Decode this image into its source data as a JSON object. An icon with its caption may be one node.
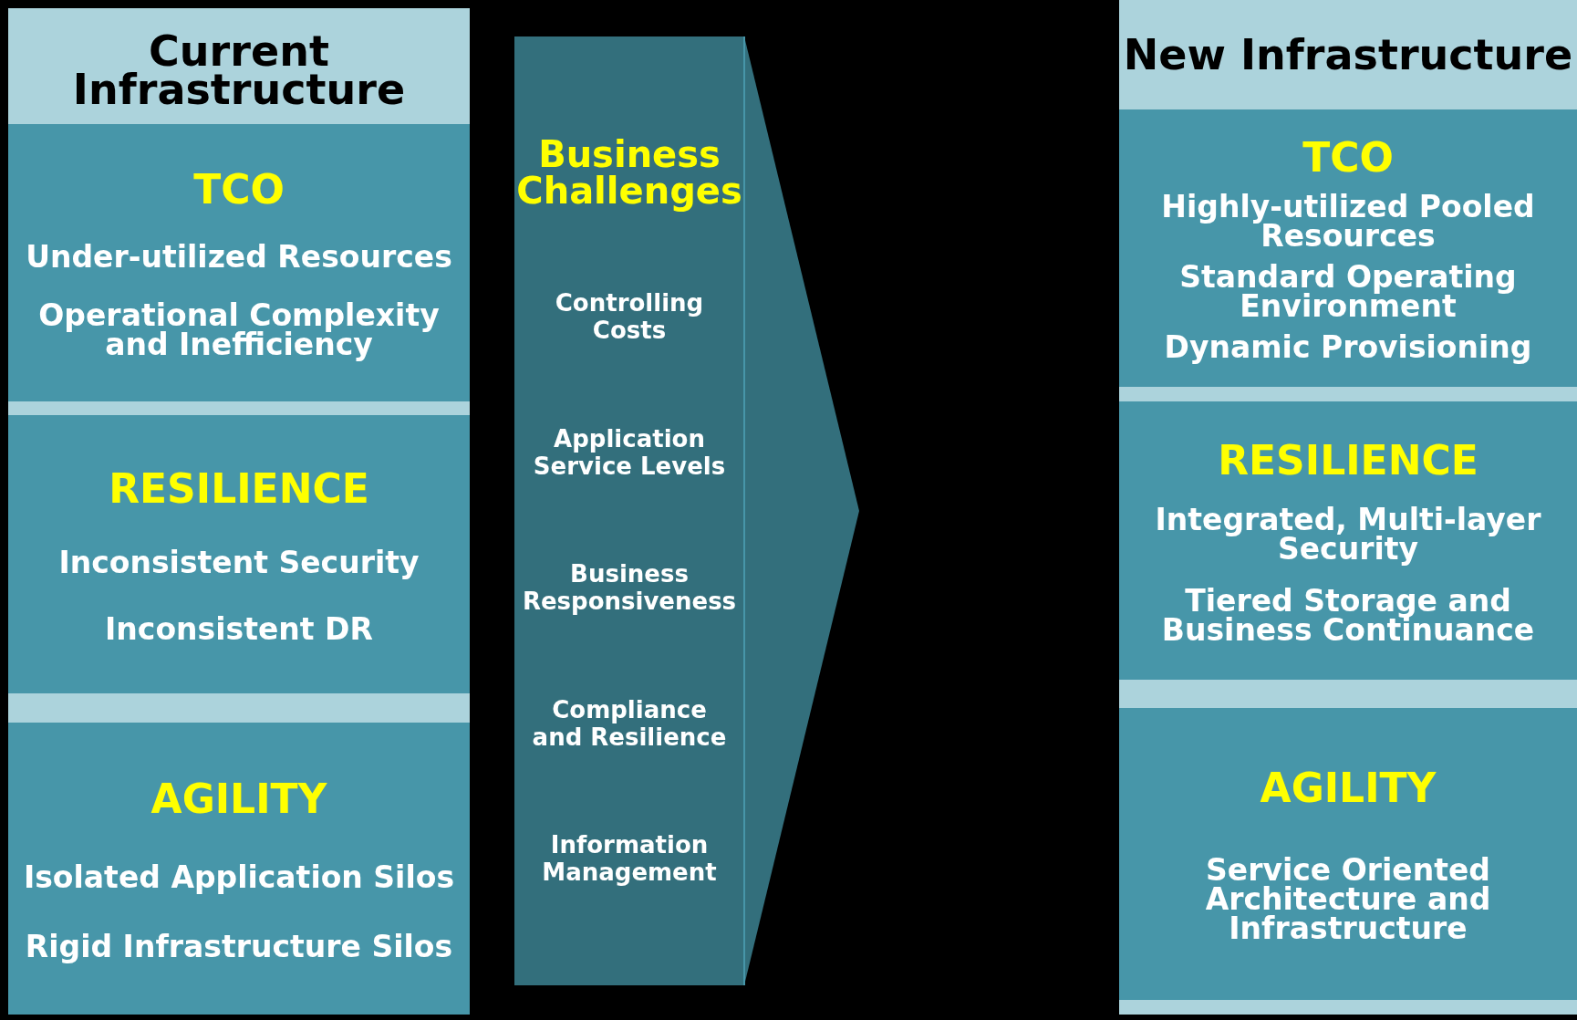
{
  "diagram": {
    "nodes": [
      {
        "text": [
          "Current Infrastructure"
        ]
      },
      {
        "text": [
          "TCO",
          "Under-utilized Resources",
          "Operational Complexity and Inefficiency"
        ],
        "in": 0
      },
      {
        "text": [
          "RESILIENCE",
          "Inconsistent Security",
          "Inconsistent DR"
        ],
        "in": 0
      },
      {
        "text": [
          "AGILITY",
          "Isolated Application Silos",
          "Rigid Infrastructure Silos"
        ],
        "in": 0
      },
      {
        "text": [
          "Business Challenges",
          "Controlling Costs",
          "Application Service Levels",
          "Business Responsiveness",
          "Compliance and Resilience",
          "Information Management"
        ]
      },
      {
        "text": [
          "New Infrastructure"
        ]
      },
      {
        "text": [
          "TCO",
          "Highly-utilized Pooled Resources",
          "Standard Operating Environment",
          "Dynamic Provisioning"
        ],
        "in": 5
      },
      {
        "text": [
          "RESILIENCE",
          "Integrated, Multi-layer Security",
          "Tiered Storage and Business Continuance"
        ],
        "in": 5
      },
      {
        "text": [
          "AGILITY",
          "Service Oriented Architecture and Infrastructure"
        ],
        "in": 5
      }
    ],
    "edges": []
  }
}
